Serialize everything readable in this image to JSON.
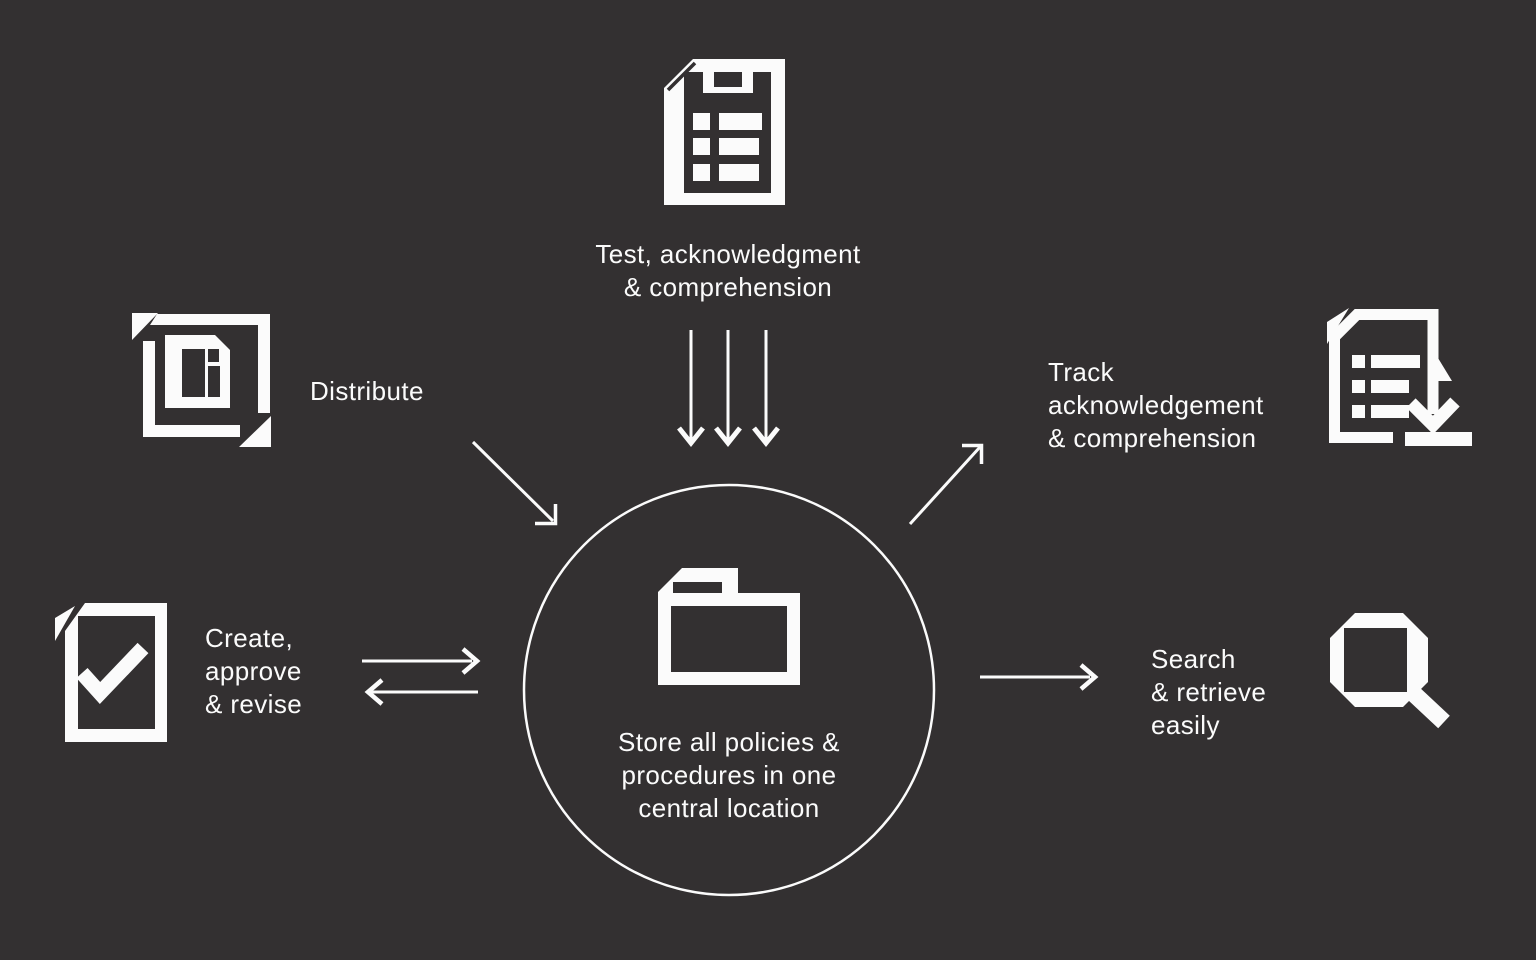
{
  "colors": {
    "background": "#333031",
    "ink": "#fbfbfb"
  },
  "nodes": {
    "test": {
      "icon": "checklist-clipboard-icon",
      "lines": [
        "Test, acknowledgment",
        "& comprehension"
      ]
    },
    "distribute": {
      "icon": "distribute-document-icon",
      "lines": [
        "Distribute"
      ]
    },
    "create": {
      "icon": "approved-document-icon",
      "lines": [
        "Create,",
        "approve",
        "& revise"
      ]
    },
    "center": {
      "icon": "folder-icon",
      "lines": [
        "Store all policies &",
        "procedures in one",
        "central location"
      ]
    },
    "track": {
      "icon": "checklist-download-icon",
      "lines": [
        "Track",
        "acknowledgement",
        "& comprehension"
      ]
    },
    "search": {
      "icon": "magnifier-icon",
      "lines": [
        "Search",
        "& retrieve",
        "easily"
      ]
    }
  }
}
